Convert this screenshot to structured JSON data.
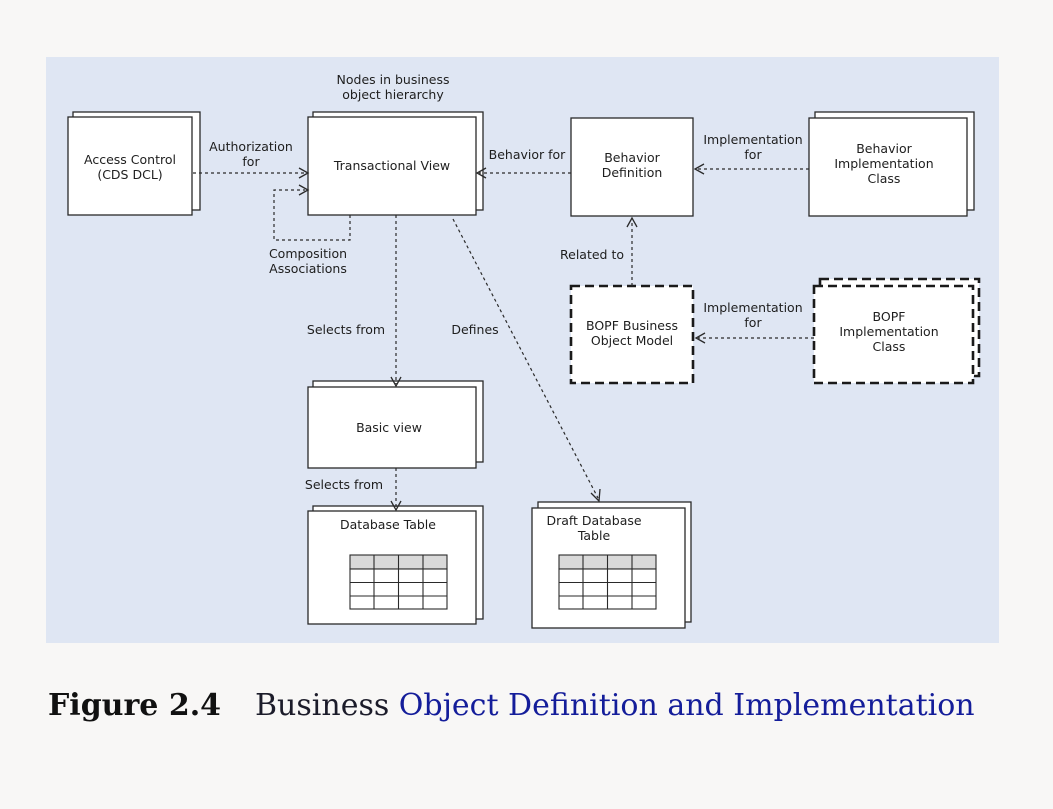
{
  "diagram": {
    "nodes": {
      "access_control": [
        "Access Control",
        "(CDS DCL)"
      ],
      "transactional_view": [
        "Transactional View"
      ],
      "behavior_definition": [
        "Behavior",
        "Definition"
      ],
      "behavior_impl_class": [
        "Behavior",
        "Implementation",
        "Class"
      ],
      "bopf_model": [
        "BOPF Business",
        "Object Model"
      ],
      "bopf_impl_class": [
        "BOPF",
        "Implementation",
        "Class"
      ],
      "basic_view": [
        "Basic view"
      ],
      "database_table": [
        "Database Table"
      ],
      "draft_database_table": [
        "Draft Database",
        "Table"
      ]
    },
    "annotations": {
      "nodes_hierarchy": [
        "Nodes in business",
        "object hierarchy"
      ],
      "composition": [
        "Composition",
        "Associations"
      ]
    },
    "edges": {
      "authorization_for": [
        "Authorization",
        "for"
      ],
      "behavior_for": [
        "Behavior for"
      ],
      "implementation_for_behavior": [
        "Implementation",
        "for"
      ],
      "related_to": [
        "Related to"
      ],
      "implementation_for_bopf": [
        "Implementation",
        "for"
      ],
      "selects_from_transactional": [
        "Selects from"
      ],
      "defines": [
        "Defines"
      ],
      "selects_from_basic": [
        "Selects from"
      ]
    }
  },
  "caption": {
    "figure_number": "Figure 2.4",
    "part1": "Business ",
    "part2": "Object Definition and Implementation"
  },
  "colors": {
    "panel_background": "#dfe6f3",
    "page_background": "#f8f7f6",
    "caption_blue": "#141d9a"
  }
}
